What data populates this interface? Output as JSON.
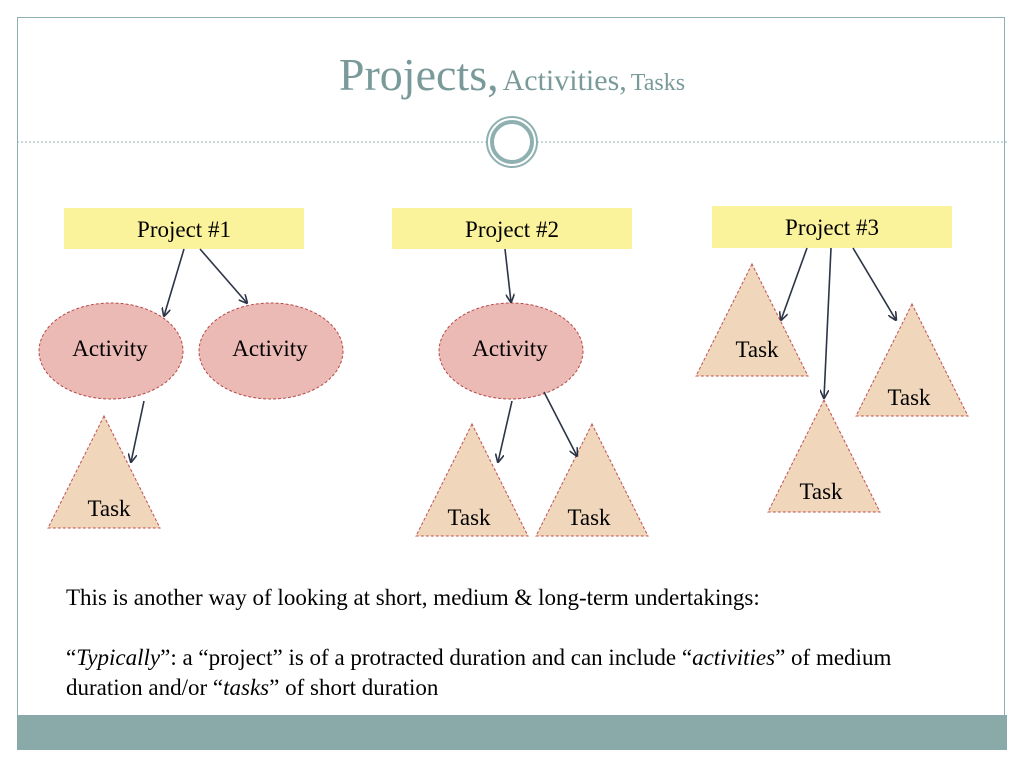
{
  "title": {
    "part1": "Projects,",
    "part2": "Activities,",
    "part3": "Tasks"
  },
  "diagram": {
    "projects": [
      "Project #1",
      "Project #2",
      "Project #3"
    ],
    "activity_label": "Activity",
    "task_label": "Task"
  },
  "caption": {
    "line1": "This is another way of looking at short, medium & long-term undertakings:",
    "p2_a": "“",
    "p2_typically": "Typically",
    "p2_b": "”:  a “project” is of a protracted duration and can include “",
    "p2_activities": "activities",
    "p2_c": "” of medium duration and/or  “",
    "p2_tasks": "tasks",
    "p2_d": "” of short duration"
  },
  "colors": {
    "title": "#7a9a9a",
    "project_box": "#fbf39b",
    "activity_fill": "#ebbab5",
    "task_fill": "#f0d6bb",
    "footer_band": "#8aaaaa"
  }
}
